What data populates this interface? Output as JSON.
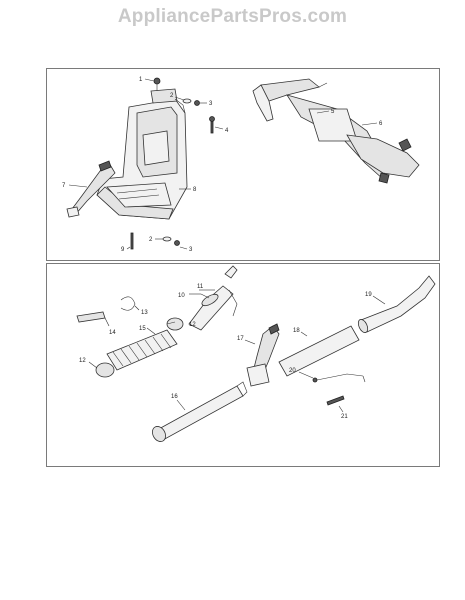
{
  "watermark": "AppliancePartsPros.com",
  "top_panel": {
    "callouts": [
      {
        "id": "c1",
        "text": "1"
      },
      {
        "id": "c2a",
        "text": "2"
      },
      {
        "id": "c3a",
        "text": "3"
      },
      {
        "id": "c4",
        "text": "4"
      },
      {
        "id": "c5",
        "text": "5"
      },
      {
        "id": "c6",
        "text": "6"
      },
      {
        "id": "c7",
        "text": "7"
      },
      {
        "id": "c8",
        "text": "8"
      },
      {
        "id": "c9",
        "text": "9"
      },
      {
        "id": "c2b",
        "text": "2"
      },
      {
        "id": "c3b",
        "text": "3"
      }
    ]
  },
  "bottom_panel": {
    "callouts": [
      {
        "id": "c10",
        "text": "10"
      },
      {
        "id": "c11",
        "text": "11"
      },
      {
        "id": "c12a",
        "text": "12"
      },
      {
        "id": "c13",
        "text": "13"
      },
      {
        "id": "c14",
        "text": "14"
      },
      {
        "id": "c15",
        "text": "15"
      },
      {
        "id": "c12b",
        "text": "12"
      },
      {
        "id": "c16",
        "text": "16"
      },
      {
        "id": "c17",
        "text": "17"
      },
      {
        "id": "c18",
        "text": "18"
      },
      {
        "id": "c19",
        "text": "19"
      },
      {
        "id": "c20",
        "text": "20"
      },
      {
        "id": "c21",
        "text": "21"
      }
    ]
  }
}
